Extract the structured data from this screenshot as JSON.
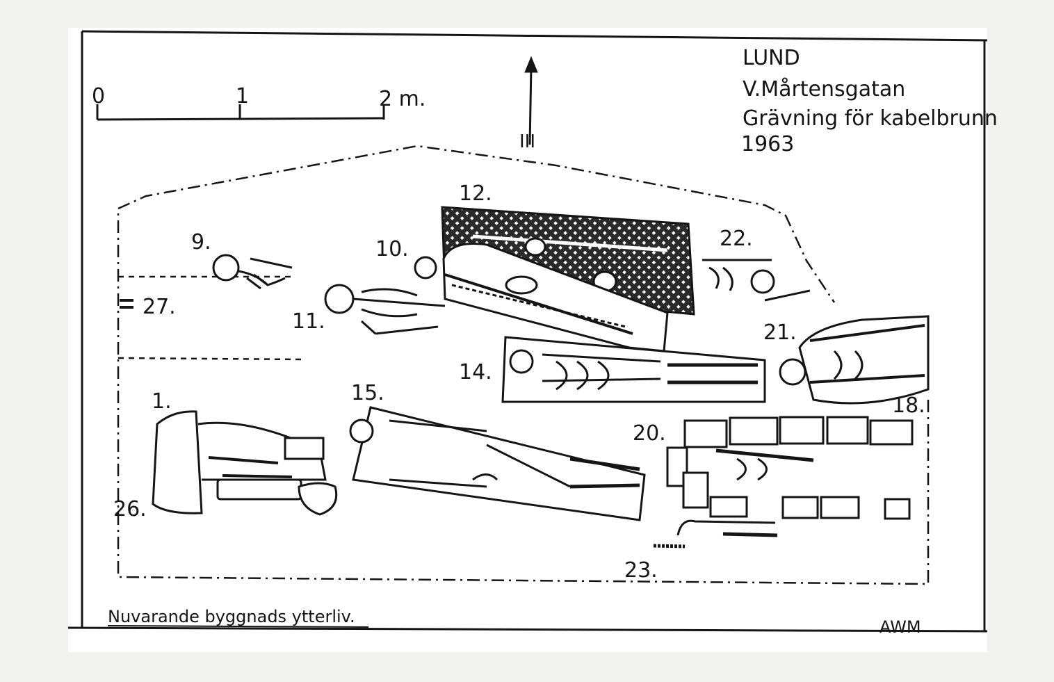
{
  "title": {
    "city": "LUND",
    "street": "V.Mårtensgatan",
    "purpose": "Grävning för kabelbrunn",
    "year": "1963"
  },
  "scale": {
    "ticks": [
      "0",
      "1",
      "2 m."
    ]
  },
  "north_arrow_label": "III",
  "graves": [
    {
      "id": "g1",
      "label": "1."
    },
    {
      "id": "g9",
      "label": "9."
    },
    {
      "id": "g10",
      "label": "10."
    },
    {
      "id": "g11",
      "label": "11."
    },
    {
      "id": "g12",
      "label": "12."
    },
    {
      "id": "g14",
      "label": "14."
    },
    {
      "id": "g15",
      "label": "15."
    },
    {
      "id": "g18",
      "label": "18."
    },
    {
      "id": "g20",
      "label": "20."
    },
    {
      "id": "g21",
      "label": "21."
    },
    {
      "id": "g22",
      "label": "22."
    },
    {
      "id": "g23",
      "label": "23."
    },
    {
      "id": "g26",
      "label": "26."
    },
    {
      "id": "g27",
      "label": "27."
    }
  ],
  "footer": {
    "building_line": "Nuvarande byggnads ytterliv.",
    "initials": "AWM"
  },
  "colors": {
    "ink": "#151515",
    "paper": "#ffffff",
    "background": "#f1f1ef"
  }
}
